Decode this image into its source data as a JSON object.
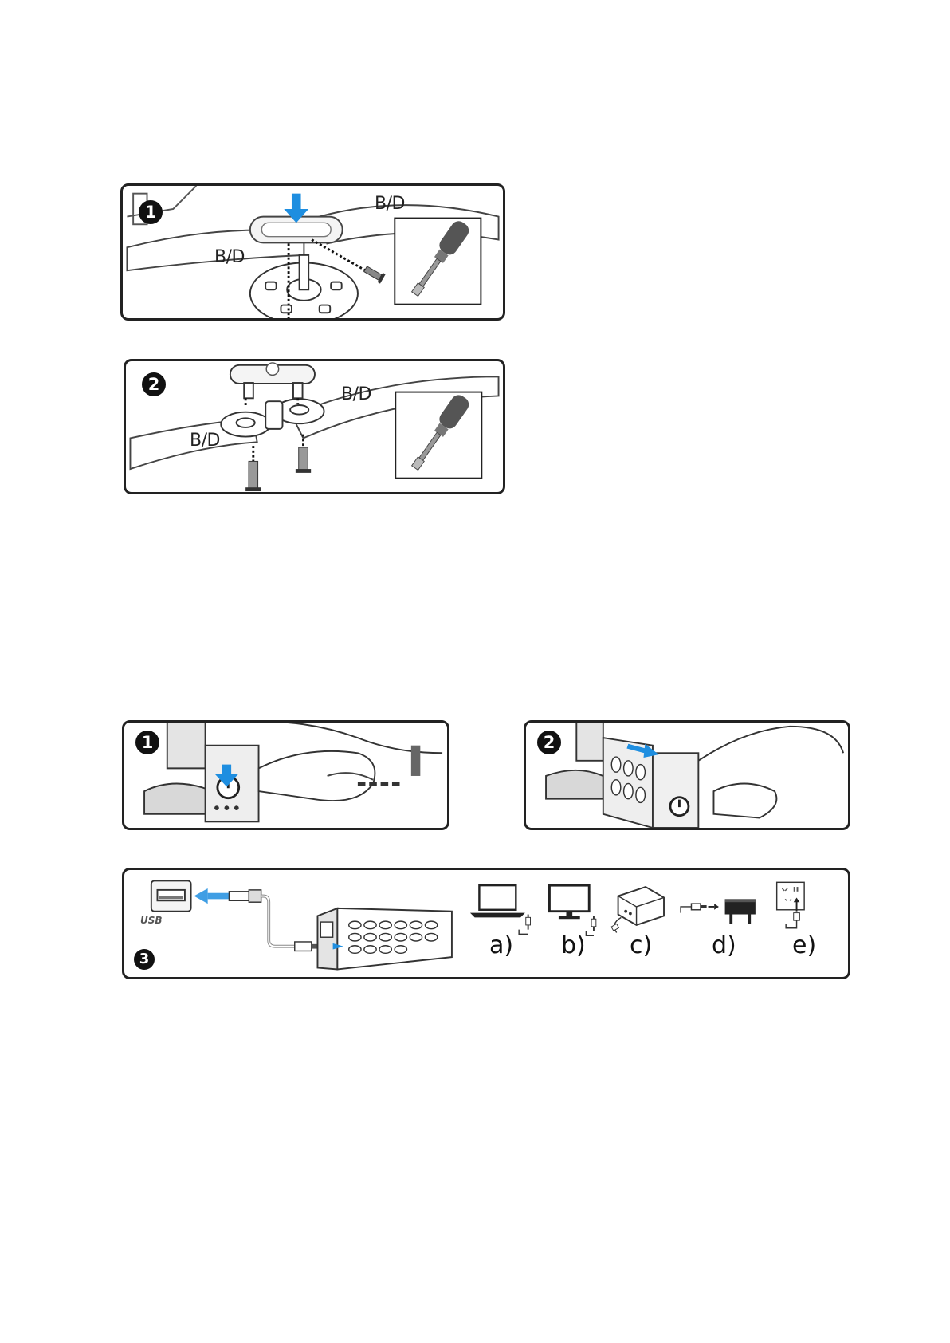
{
  "propeller_section": {
    "step1": {
      "badge": "1",
      "blade_label_a": "B/D",
      "blade_label_b": "B/D"
    },
    "step2": {
      "badge": "2",
      "blade_label_a": "B/D",
      "blade_label_b": "B/D"
    }
  },
  "battery_section": {
    "step1": {
      "badge": "1"
    },
    "step2": {
      "badge": "2"
    },
    "step3": {
      "badge": "3",
      "usb_label": "USB",
      "options": [
        {
          "label": "a)",
          "icon": "laptop-icon"
        },
        {
          "label": "b)",
          "icon": "monitor-icon"
        },
        {
          "label": "c)",
          "icon": "power-bank-icon"
        },
        {
          "label": "d)",
          "icon": "wall-adapter-icon"
        },
        {
          "label": "e)",
          "icon": "wall-socket-icon"
        }
      ]
    }
  },
  "colors": {
    "accent_arrow": "#1e8ee0",
    "outline": "#222222"
  }
}
